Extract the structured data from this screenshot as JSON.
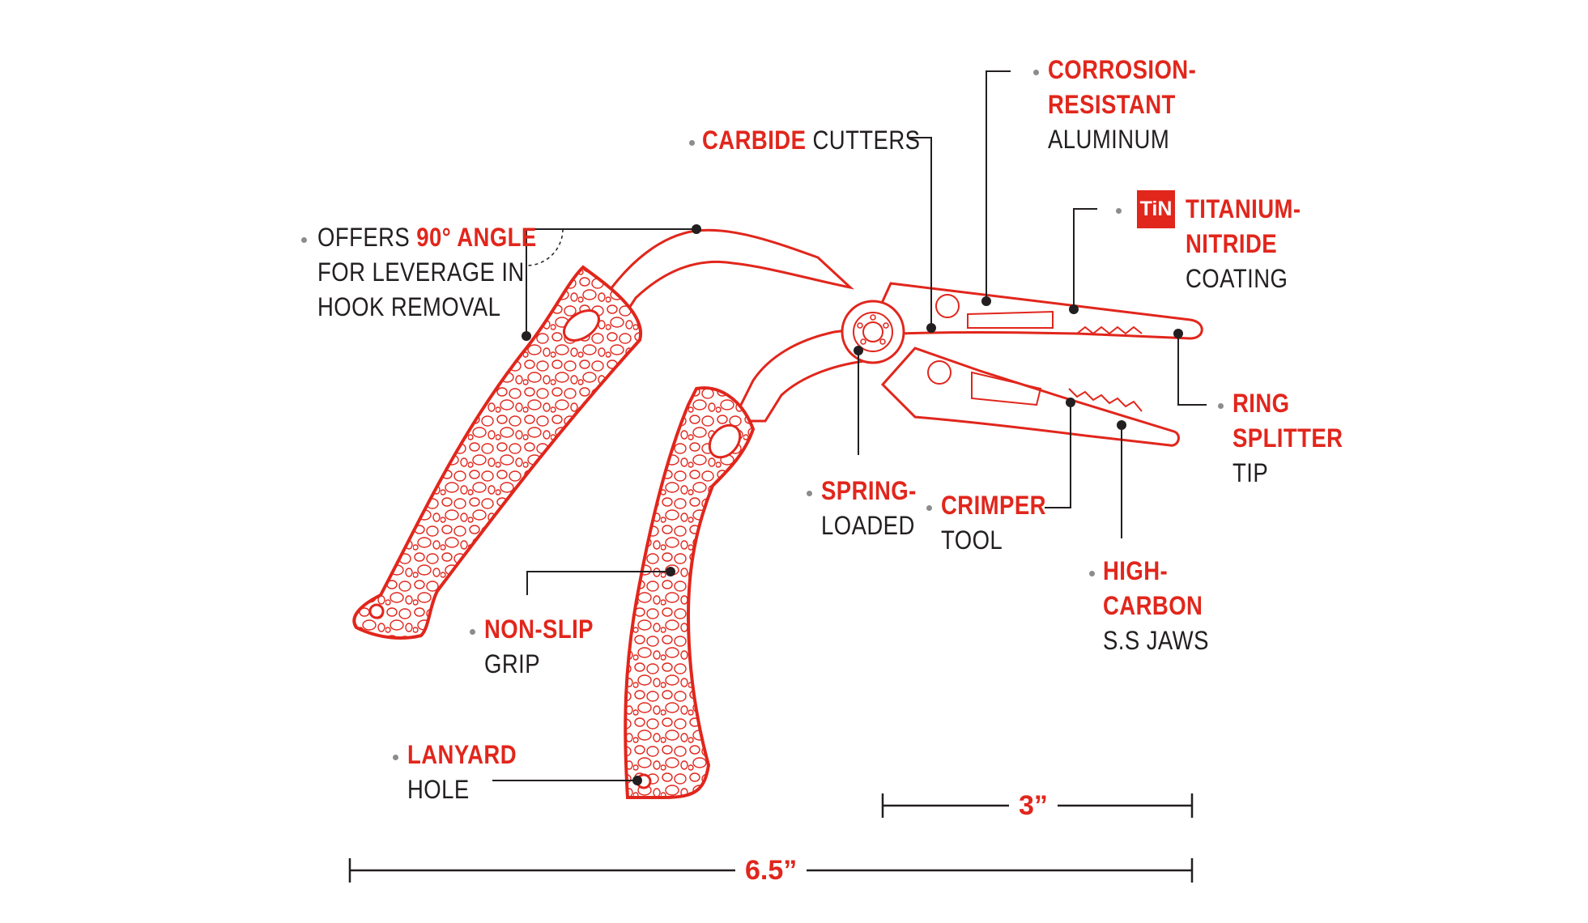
{
  "colors": {
    "accent": "#e1261c",
    "text": "#231f20",
    "leader": "#231f20",
    "bullet": "#8c8c8c",
    "background": "#ffffff"
  },
  "callouts": {
    "angle": {
      "lines": [
        [
          {
            "t": "OFFERS ",
            "c": "blk"
          },
          {
            "t": "90° ANGLE",
            "c": "red"
          }
        ],
        [
          {
            "t": "FOR LEVERAGE IN",
            "c": "blk"
          }
        ],
        [
          {
            "t": "HOOK REMOVAL",
            "c": "blk"
          }
        ]
      ]
    },
    "carbide": {
      "lines": [
        [
          {
            "t": "CARBIDE",
            "c": "red"
          },
          {
            "t": " CUTTERS",
            "c": "blk"
          }
        ]
      ]
    },
    "corrosion": {
      "lines": [
        [
          {
            "t": "CORROSION-",
            "c": "red"
          }
        ],
        [
          {
            "t": "RESISTANT",
            "c": "red"
          }
        ],
        [
          {
            "t": "ALUMINUM",
            "c": "blk"
          }
        ]
      ]
    },
    "titanium": {
      "badge": "TiN",
      "lines": [
        [
          {
            "t": "TITANIUM-",
            "c": "red"
          }
        ],
        [
          {
            "t": "NITRIDE",
            "c": "red"
          }
        ],
        [
          {
            "t": "COATING",
            "c": "blk"
          }
        ]
      ]
    },
    "ring": {
      "lines": [
        [
          {
            "t": "RING",
            "c": "red"
          }
        ],
        [
          {
            "t": "SPLITTER",
            "c": "red"
          }
        ],
        [
          {
            "t": "TIP",
            "c": "blk"
          }
        ]
      ]
    },
    "spring": {
      "lines": [
        [
          {
            "t": "SPRING-",
            "c": "red"
          }
        ],
        [
          {
            "t": "LOADED",
            "c": "blk"
          }
        ]
      ]
    },
    "crimper": {
      "lines": [
        [
          {
            "t": "CRIMPER",
            "c": "red"
          }
        ],
        [
          {
            "t": "TOOL",
            "c": "blk"
          }
        ]
      ]
    },
    "highcarbon": {
      "lines": [
        [
          {
            "t": "HIGH-",
            "c": "red"
          }
        ],
        [
          {
            "t": "CARBON",
            "c": "red"
          }
        ],
        [
          {
            "t": "S.S JAWS",
            "c": "blk"
          }
        ]
      ]
    },
    "nonslip": {
      "lines": [
        [
          {
            "t": "NON-SLIP",
            "c": "red"
          }
        ],
        [
          {
            "t": "GRIP",
            "c": "blk"
          }
        ]
      ]
    },
    "lanyard": {
      "lines": [
        [
          {
            "t": "LANYARD",
            "c": "red"
          }
        ],
        [
          {
            "t": "HOLE",
            "c": "blk"
          }
        ]
      ]
    }
  },
  "dimensions": {
    "jaw_length": "3”",
    "overall_length": "6.5”"
  }
}
